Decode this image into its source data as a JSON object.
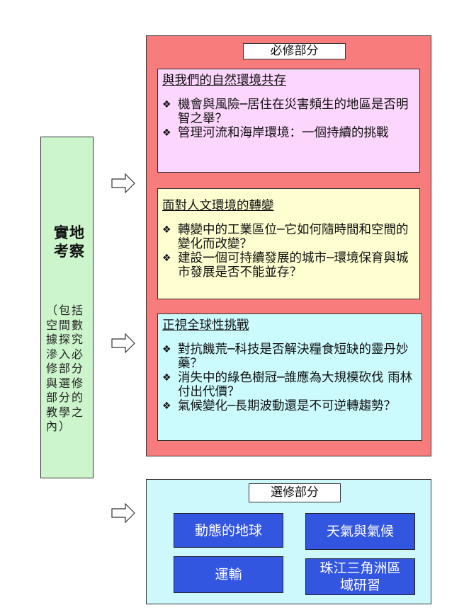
{
  "left_panel": {
    "title": "實地考察",
    "subtitle": "（包括空間數據探究滲入必修部分與選修部分的教學之內）"
  },
  "compulsory": {
    "label": "必修部分",
    "topics": [
      {
        "heading": "與我們的自然環境共存",
        "items": [
          "機會與風險─居住在災害頻生的地區是否明智之舉？",
          "管理河流和海岸環境：一個持續的挑戰"
        ]
      },
      {
        "heading": "面對人文環境的轉變",
        "items": [
          "轉變中的工業區位─它如何隨時間和空間的變化而改變？",
          "建設一個可持續發展的城市─環境保育與城市發展是否不能並存？"
        ]
      },
      {
        "heading": "正視全球性挑戰",
        "items": [
          "對抗饑荒─科技是否解決糧食短缺的靈丹妙藥？",
          "消失中的綠色樹冠─誰應為大規模砍伐 雨林付出代價？",
          "氣候變化─長期波動還是不可逆轉趨勢？"
        ]
      }
    ]
  },
  "elective": {
    "label": "選修部分",
    "modules": [
      "動態的地球",
      "天氣與氣候",
      "運輸",
      "珠江三角洲區域研習"
    ]
  },
  "colors": {
    "compulsory_bg": "#f87c7c",
    "left_bg": "#ccf5cc",
    "module_bg": "#3356e0"
  }
}
